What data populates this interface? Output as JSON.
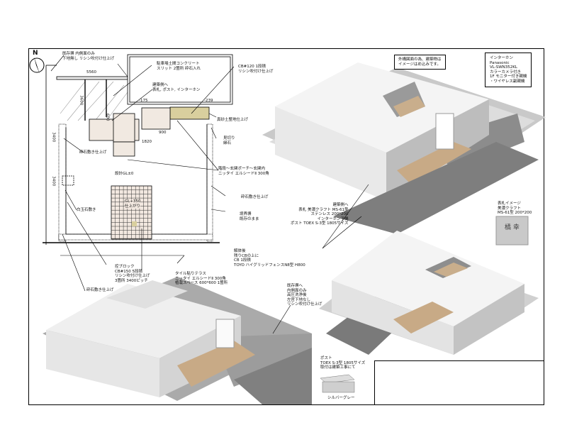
{
  "north_label": "N",
  "plan": {
    "dimensions": {
      "d5560": "5560",
      "d3600": "3600",
      "d600": "600",
      "d900": "900",
      "d1820": "1820",
      "d3400a": "3400",
      "d3400b": "3400",
      "dm175": "-175",
      "d239": "-239"
    },
    "notes": {
      "existing_wall": "既存塀 内側面のみ\n下地無し リシン吹付け仕上げ",
      "parking": "駐車場土間コンクリート\nスリット 2箇所 砕石入れ",
      "building_side": "建築側へ\n表札, ポスト, インターホン",
      "cb120": "CB#120 1段積\nリシン吹付け仕上げ",
      "masado": "真砂土整地仕上げ",
      "mikiri": "見切り\n縁石",
      "gravel_left": "砕石敷き仕上げ",
      "design_gl": "設計GL±0",
      "stairs": "階段～玄関ポーチ～玄関内\nニッタイ エルシードⅡ 300角",
      "gravel_right": "砕石敷き仕上げ",
      "boundary": "境界塀\n既存のまま",
      "tamaishi": "白玉石敷き",
      "terrace_level": "GL+350\n仕上がり",
      "demolish": "解体後\n残りCBの上に\nCB 1段積\nTOYO ハイグリッドフェンスN8型 H800",
      "retaining": "控ブロック\nCB#150 5段積\nリシン吹付け仕上げ\n3箇所 3400ピッチ",
      "tile_terrace": "タイル貼りテラス\nニッタイ エルシードⅡ 300角\n植栽スペース 600*600 1箇所",
      "gravel_bottom": "砕石敷き仕上げ"
    }
  },
  "callouts": {
    "image_note": "外構図面の為、建築物は\nイメージはめ込みです。",
    "intercom": "インターホン\nPanasonic\nVL-SWN352KL\nカラーカメラ付き\n1F モニター付き親機\n・ワイヤレス副親機",
    "to_building": "建築側へ\n表札 美濃クラフト MS-61型\nステンレス 200*200\nインターホン子機\nポスト TOEX S-3型 1805サイズ",
    "nameplate": "表札イメージ\n美濃クラフト\nMS-61型 200*200",
    "nameplate_text": "橘 幸",
    "existing_wall2": "既存塀へ\n内側面のみ\n高圧洗浄後\n左官下地なし\nリシン吹付け仕上げ",
    "post": "ポスト\nTOEX S-3型 1805サイズ\n取付は建築工事にて",
    "post_color": "シルバーグレー"
  }
}
